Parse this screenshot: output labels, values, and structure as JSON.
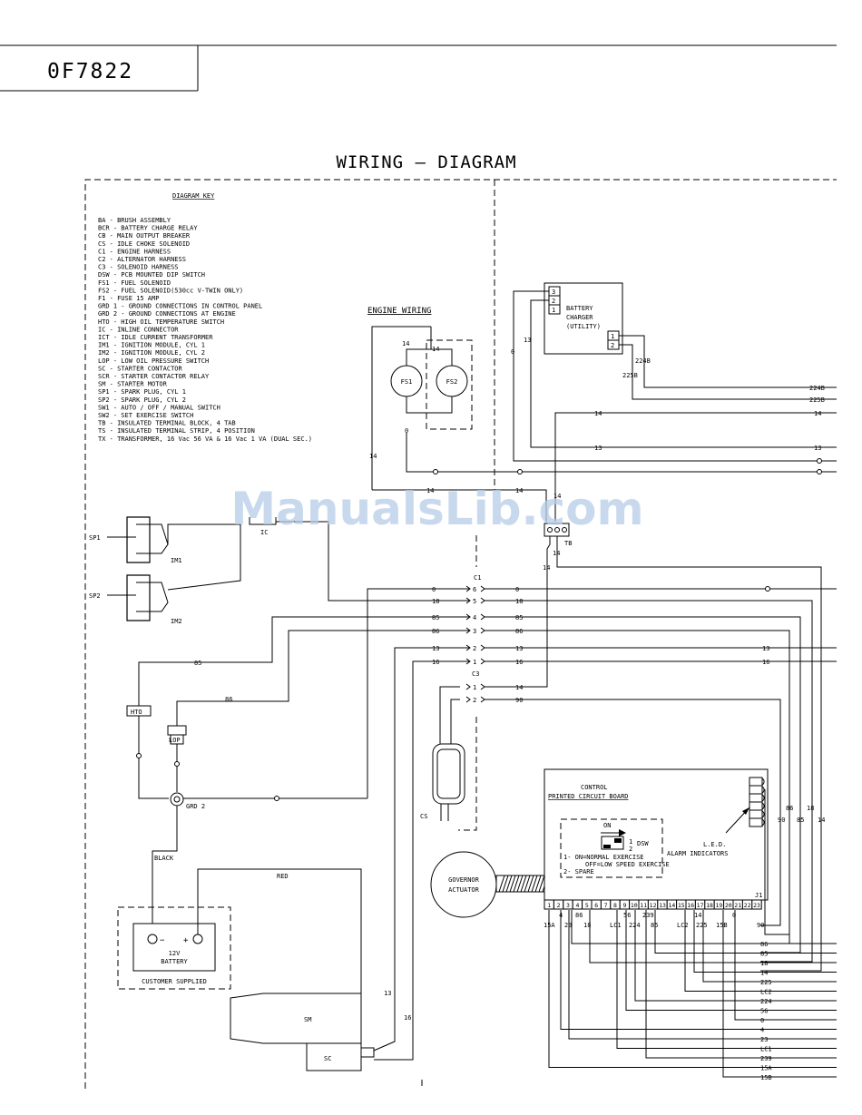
{
  "doc_code": "0F7822",
  "title": "WIRING — DIAGRAM",
  "watermark": "ManualsLib.com",
  "key": {
    "heading": "DIAGRAM KEY",
    "items": [
      "BA  - BRUSH ASSEMBLY",
      "BCR - BATTERY CHARGE RELAY",
      "CB  - MAIN OUTPUT BREAKER",
      "CS  - IDLE CHOKE SOLENOID",
      "C1  - ENGINE HARNESS",
      "C2  - ALTERNATOR HARNESS",
      "C3  - SOLENOID HARNESS",
      "DSW - PCB MOUNTED DIP SWITCH",
      "FS1 - FUEL SOLENOID",
      "FS2 - FUEL SOLENOID(530cc V-TWIN ONLY)",
      "F1  - FUSE 15 AMP",
      "GRD 1 - GROUND CONNECTIONS IN CONTROL PANEL",
      "GRD 2 - GROUND CONNECTIONS AT ENGINE",
      "HTO - HIGH OIL TEMPERATURE SWITCH",
      "IC  - INLINE CONNECTOR",
      "ICT - IDLE CURRENT TRANSFORMER",
      "IM1 - IGNITION MODULE, CYL 1",
      "IM2 - IGNITION MODULE, CYL 2",
      "LOP - LOW OIL PRESSURE SWITCH",
      "SC  - STARTER CONTACTOR",
      "SCR - STARTER CONTACTOR RELAY",
      "SM  - STARTER MOTOR",
      "SP1 - SPARK PLUG, CYL 1",
      "SP2 - SPARK PLUG, CYL 2",
      "SW1 - AUTO / OFF / MANUAL SWITCH",
      "SW2 - SET EXERCISE SWITCH",
      "TB  - INSULATED TERMINAL BLOCK, 4 TAB",
      "TS  - INSULATED TERMINAL STRIP, 4 POSITION",
      "TX  - TRANSFORMER, 16 Vac 56 VA & 16 Vac 1 VA (DUAL SEC.)"
    ]
  },
  "engine_wiring": {
    "label": "ENGINE WIRING",
    "fs1": "FS1",
    "fs2": "FS2",
    "wire_14": "14",
    "wire_0": "0"
  },
  "charger": {
    "line1": "BATTERY",
    "line2": "CHARGER",
    "line3": "(UTILITY)",
    "pins_left": [
      "3",
      "2",
      "1"
    ],
    "pins_right": [
      "1",
      "2"
    ],
    "w224b": "224B",
    "w225b": "225B",
    "w13": "13"
  },
  "components": {
    "sp1": "SP1",
    "sp2": "SP2",
    "im1": "IM1",
    "im2": "IM2",
    "ic": "IC",
    "hto": "HTO",
    "lop": "LOP",
    "grd2": "GRD 2",
    "tb": "TB",
    "cs": "CS",
    "c1": "C1",
    "c3": "C3",
    "black": "BLACK",
    "red": "RED",
    "battery_line1": "12V",
    "battery_line2": "BATTERY",
    "battery_minus": "−",
    "battery_plus": "+",
    "customer_supplied": "CUSTOMER SUPPLIED",
    "sm": "SM",
    "sc": "SC",
    "governor_line1": "GOVERNOR",
    "governor_line2": "ACTUATOR"
  },
  "c1_connector": {
    "pins": [
      "6",
      "5",
      "4",
      "3",
      "2",
      "1"
    ],
    "wires_left": [
      "0",
      "18",
      "85",
      "86",
      "13",
      "16"
    ],
    "wires_right": [
      "0",
      "18",
      "85",
      "86",
      "13",
      "16"
    ]
  },
  "c3_connector": {
    "pins": [
      "1",
      "2"
    ],
    "wires_right": [
      "14",
      "90"
    ]
  },
  "right_wires": {
    "w224b": "224B",
    "w225b": "225B",
    "w14": "14",
    "w13": "13",
    "w0": "0",
    "w13b": "13",
    "w16": "16"
  },
  "loose_wires": {
    "w85": "85",
    "w86": "86",
    "w0": "0",
    "w13": "13",
    "w16": "16",
    "w14a": "14",
    "w14b": "14",
    "w14c": "14",
    "w14d": "14",
    "w14e": "14"
  },
  "pcb": {
    "title_line1": "CONTROL",
    "title_line2": "PRINTED CIRCUIT BOARD",
    "on": "ON",
    "dsw": "DSW",
    "dsw_pin1": "1",
    "dsw_pin2": "2",
    "note1": "1- ON=NORMAL EXERCISE",
    "note2": "OFF=LOW SPEED EXERCISE",
    "note3": "2- SPARE",
    "led_label1": "L.E.D.",
    "led_label2": "ALARM INDICATORS",
    "j1": "J1",
    "pins": [
      "1",
      "2",
      "3",
      "4",
      "5",
      "6",
      "7",
      "8",
      "9",
      "10",
      "11",
      "12",
      "13",
      "14",
      "15",
      "16",
      "17",
      "18",
      "19",
      "20",
      "21",
      "22",
      "23"
    ],
    "top_labels": [
      "4",
      "86",
      "56",
      "239",
      "14",
      "0"
    ],
    "bottom_labels": [
      "15A",
      "23",
      "18",
      "LC1",
      "224",
      "85",
      "LC2",
      "225",
      "15B",
      "90"
    ],
    "right_vertical_labels": [
      "86",
      "85",
      "18",
      "14",
      "90"
    ]
  },
  "bottom_bus": [
    "86",
    "85",
    "18",
    "14",
    "225",
    "LC2",
    "224",
    "56",
    "0",
    "4",
    "23",
    "LC1",
    "239",
    "15A",
    "15B"
  ]
}
